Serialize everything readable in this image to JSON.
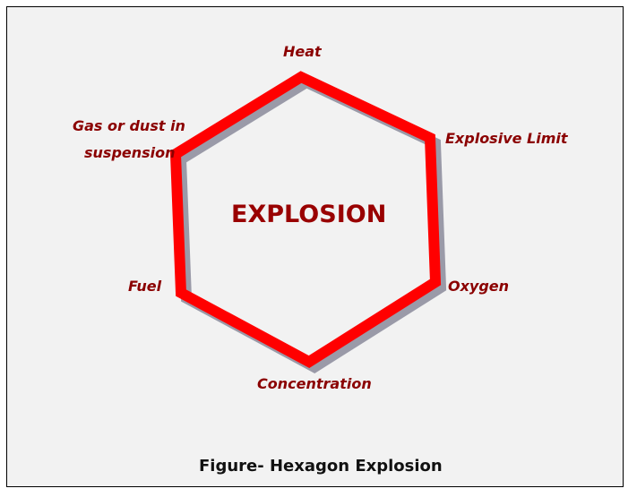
{
  "diagram": {
    "title": "EXPLOSION",
    "caption": "Figure- Hexagon Explosion",
    "colors": {
      "hexagon_stroke": "#ff0000",
      "label_text": "#8b0000",
      "background": "#f2f2f2"
    },
    "vertices": [
      {
        "label": "Heat"
      },
      {
        "label": "Explosive Limit"
      },
      {
        "label": "Oxygen"
      },
      {
        "label": "Concentration"
      },
      {
        "label": "Fuel"
      },
      {
        "label_line1": "Gas or dust in",
        "label_line2": "suspension"
      }
    ]
  }
}
